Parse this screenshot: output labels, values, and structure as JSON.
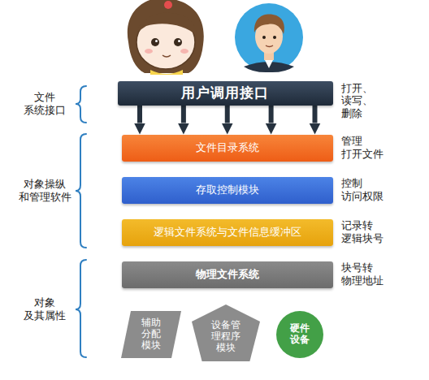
{
  "diagram": {
    "nodes": [
      {
        "text": [
          "用户调用接口"
        ]
      },
      {
        "text": [
          "文件目录系统"
        ]
      },
      {
        "text": [
          "存取控制模块"
        ]
      },
      {
        "text": [
          "逻辑文件系统与文件信息缓冲区"
        ]
      },
      {
        "text": [
          "物理文件系统"
        ]
      },
      {
        "text": [
          "辅助 分配 模块"
        ]
      },
      {
        "text": [
          "设备管 理程序 模块"
        ]
      },
      {
        "text": [
          "硬件 设备"
        ]
      }
    ],
    "edges": [
      {
        "from": 0,
        "to": 1,
        "arrow": "to"
      },
      {
        "from": 0,
        "to": 1,
        "arrow": "to"
      },
      {
        "from": 0,
        "to": 1,
        "arrow": "to"
      },
      {
        "from": 0,
        "to": 1,
        "arrow": "to"
      },
      {
        "from": 0,
        "to": 1,
        "arrow": "to"
      }
    ],
    "labels": [
      "文件 系统接口",
      "对象操纵 和管理软件",
      "对象 及其属性",
      "打开、 读写、删除",
      "管理 打开文件",
      "控制 访问权限",
      "记录转 逻辑块号",
      "块号转 物理地址"
    ]
  }
}
